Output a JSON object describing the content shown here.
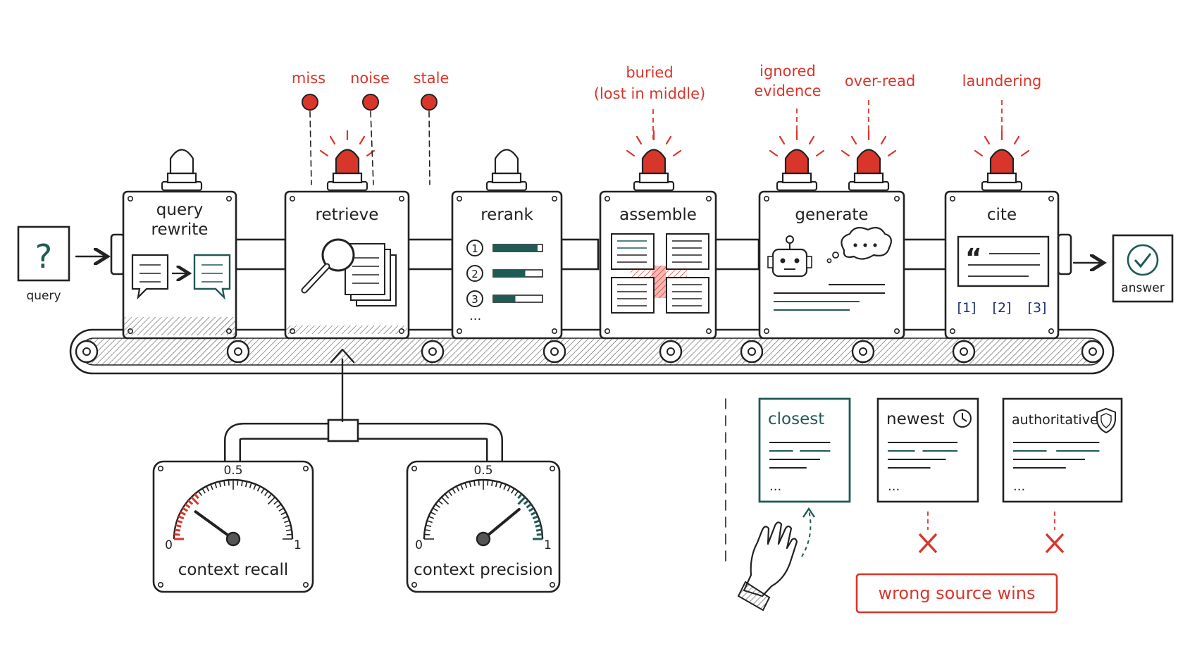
{
  "stages": [
    {
      "id": "query-rewrite",
      "line1": "query",
      "line2": "rewrite"
    },
    {
      "id": "retrieve",
      "label": "retrieve"
    },
    {
      "id": "rerank",
      "label": "rerank"
    },
    {
      "id": "assemble",
      "label": "assemble"
    },
    {
      "id": "generate",
      "label": "generate"
    },
    {
      "id": "cite",
      "label": "cite"
    }
  ],
  "input": {
    "symbol": "?",
    "label": "query"
  },
  "output": {
    "label": "answer"
  },
  "failure_labels": {
    "miss": "miss",
    "noise": "noise",
    "stale": "stale",
    "buried_line1": "buried",
    "buried_line2": "(lost in middle)",
    "ignored_line1": "ignored",
    "ignored_line2": "evidence",
    "over_read": "over-read",
    "laundering": "laundering"
  },
  "rerank_items": [
    "1",
    "2",
    "3"
  ],
  "rerank_more": "...",
  "rerank_scores": [
    0.9,
    0.65,
    0.45
  ],
  "cite_refs": [
    "[1]",
    "[2]",
    "[3]"
  ],
  "cite_quote": "“",
  "gauges": [
    {
      "label": "context recall",
      "min": "0",
      "mid": "0.5",
      "max": "1",
      "needle": 0.2
    },
    {
      "label": "context precision",
      "min": "0",
      "mid": "0.5",
      "max": "1",
      "needle": 0.78
    }
  ],
  "sources": [
    {
      "title": "closest",
      "icon": ""
    },
    {
      "title": "newest",
      "icon": "clock-icon"
    },
    {
      "title": "authoritative",
      "icon": "shield-icon"
    }
  ],
  "sources_more": "...",
  "verdict": "wrong source wins",
  "colors": {
    "ink": "#222222",
    "alert": "#d9362b",
    "teal": "#1f5a55",
    "navy": "#1f2f6b"
  }
}
